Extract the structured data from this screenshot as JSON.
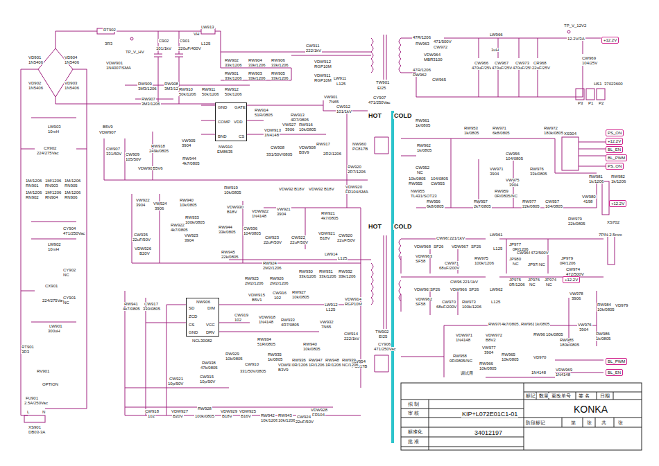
{
  "diagram": {
    "nodes": [
      {
        "text": [
          "GND",
          "COMP",
          "BND",
          "GATE",
          "VDD",
          "CS",
          "NW910",
          "EM8635"
        ]
      },
      {
        "text": [
          "NW906",
          "SD",
          "ZCD",
          "CS",
          "GND",
          "DIM",
          "VCC",
          "DRV",
          "NCL30082"
        ]
      },
      {
        "text": [
          "+12.2V"
        ]
      },
      {
        "text": [
          "PS_ON"
        ]
      },
      {
        "text": [
          "+12.2V"
        ]
      },
      {
        "text": [
          "BL_EN"
        ]
      },
      {
        "text": [
          "BL_PWM"
        ]
      },
      {
        "text": [
          "PS_ON"
        ]
      },
      {
        "text": [
          "+12.2V"
        ]
      },
      {
        "text": [
          "+12.2V"
        ]
      },
      {
        "text": [
          "BL_PWM"
        ]
      },
      {
        "text": [
          "BL_EN"
        ]
      }
    ],
    "labels": [
      "RT902",
      "3R3",
      "TP_V_HV",
      "C902",
      "101/1kV",
      "C901",
      "220uF/400V",
      "VH",
      "LW913",
      "L125",
      "VD901",
      "1N5406",
      "VD904",
      "1N5406",
      "VD902",
      "1N5406",
      "VD903",
      "1N5406",
      "VDW901",
      "1N4007/SMA",
      "RW909",
      "3M3/1206",
      "RW908",
      "3M3/1206",
      "RW907",
      "3M3/1206",
      "RW910",
      "50k/1206",
      "RW911",
      "50k/1206",
      "RW912",
      "50k/1206",
      "RW902",
      "33k/1206",
      "RW904",
      "33k/1206",
      "RW906",
      "33k/1206",
      "RW901",
      "33k/1206",
      "RW903",
      "33k/1206",
      "RW905",
      "33k/1206",
      "CW911",
      "222/1kV",
      "VDW912",
      "RGP10M",
      "VDW911",
      "RGP10M",
      "LW911",
      "L125",
      "TW901",
      "EI25",
      "CY907",
      "471/250Vac",
      "RW963",
      "47R/1206",
      "471/500V",
      "CW972",
      "VDW964",
      "MBR3100",
      "47R/1206",
      "RW962",
      "CW965",
      "LW966",
      "1uH",
      "TP_V_12V2",
      "12.2V/3A",
      "CW966",
      "470uF/25V",
      "CW967",
      "470uF/25V",
      "CW973",
      "470uF/25V",
      "CR968",
      "22uF/25V",
      "CW969",
      "104/25V",
      "HS1",
      "37023600",
      "P3",
      "P1",
      "P2",
      "XS904",
      "HOT",
      "COLD",
      "HOT",
      "COLD",
      "RW961",
      "1k/0805",
      "NW960",
      "PC817B",
      "RW962",
      "1k/0805",
      "CW952",
      "NC",
      "RW953",
      "1k/0805",
      "RW971",
      "6k8/0805",
      "RW972",
      "180k/0805",
      "CW956",
      "104/0805",
      "VW971",
      "3904",
      "RW976",
      "33k/0805",
      "VW975",
      "3904",
      "10k/0805",
      "RW955",
      "104/0805",
      "CW955",
      "NW955",
      "TL431/SOT23",
      "RW956",
      "6k8/0805",
      "RW957",
      "2k7/0805",
      "RW959",
      "0R/0805/NC",
      "RW977",
      "22k/0805",
      "CW957",
      "104/0805",
      "RW981",
      "1k/1206",
      "RW982",
      "1k/1206",
      "VW980",
      "4198",
      "RW979",
      "22k/0805",
      "XS702",
      "7PIN-2.5mm",
      "LW903",
      "10mH",
      "CX902",
      "224/275Vac",
      "1M/1206",
      "RN901",
      "1M/1206",
      "RN902",
      "1M/1206",
      "RN903",
      "1M/1206",
      "RN904",
      "1M/1206",
      "RN905",
      "1M/1206",
      "RN906",
      "CY904",
      "471/250Vac",
      "LW902",
      "10mH",
      "CY902",
      "NC",
      "CX901",
      "224/275Vac",
      "CY901",
      "NC",
      "LW901",
      "300uH",
      "RT901",
      "3R3",
      "RV901",
      "OPTION",
      "FU901",
      "2.5A/250Vac",
      "L",
      "N",
      "XS901",
      "DB03-3A",
      "B5V9",
      "VDW907",
      "CW907",
      "331/50V",
      "CW909",
      "105/50V",
      "RW918",
      "249k/0805",
      "VW905",
      "3904",
      "RW944",
      "4k7/0805",
      "VDW909",
      "B5V6",
      "RW914",
      "51R/0805",
      "RW913",
      "4R7/0805",
      "VW927",
      "3906",
      "RW916",
      "10k/0805",
      "VDW913",
      "1N4148",
      "CW908",
      "331/50V/0805",
      "VDW908",
      "B3V9",
      "RW917",
      "2R2/1206",
      "VW901",
      "7N65",
      "CW912",
      "101/1kV",
      "RW920",
      "2R7/1206",
      "VDW920",
      "FR104/SMA",
      "RW919",
      "10k/0805",
      "VDW924",
      "B18V",
      "VDW923",
      "B18V",
      "VW922",
      "3904",
      "VW924",
      "3906",
      "RW940",
      "10k/0805",
      "VDW930",
      "B18V",
      "RW922",
      "4k7/0805",
      "RW933",
      "100k/0805",
      "VW923",
      "3904",
      "CW935",
      "22uF/50V",
      "RW944",
      "33k/0805",
      "RW945",
      "22k/0805",
      "VDW926",
      "B20V",
      "VDW922",
      "1N4148",
      "VW921",
      "3904",
      "RW921",
      "4k7/0805",
      "CW936",
      "104/0805",
      "CW923",
      "22uF/50V",
      "CW922",
      "22uF/50V",
      "VDW921",
      "B18V",
      "CW920",
      "22uF/50V",
      "LW914",
      "L125",
      "RW924",
      "2M2/1206",
      "RW925",
      "2M2/1206",
      "RW926",
      "2M2/1206",
      "RW930",
      "33k/1206",
      "RW931",
      "33k/1206",
      "RW932",
      "33k/1206",
      "VDW915",
      "B5V1",
      "CW916",
      "102",
      "RW927",
      "10k/0805",
      "VDW914",
      "RGP10M",
      "LW912",
      "L125",
      "TW902",
      "EI25",
      "CY906",
      "471/250Vac",
      "NW954",
      "PC817B",
      "VDW918",
      "1N4148",
      "RW933",
      "4R7/0805",
      "RW934",
      "51R/0805",
      "VW932",
      "7N65",
      "CW914",
      "222/1kV",
      "RW940",
      "10k/0805",
      "RW935",
      "1k/0805",
      "CW910",
      "331/50V/0805",
      "VDW919",
      "B3V9",
      "RW936",
      "0R/1206",
      "RW947",
      "1R/1206",
      "RW948",
      "1R/1206",
      "RW939",
      "NC/1206",
      "RW929",
      "10k/0805",
      "CW919",
      "102",
      "RW941",
      "4k7/0805",
      "CW917",
      "330/0805",
      "RW938",
      "47k/0805",
      "CW915",
      "10p/50V",
      "CW921",
      "10p/50V",
      "CW918",
      "102",
      "VDW927",
      "B20V",
      "RW928",
      "100k/0805",
      "VDW929",
      "B18V",
      "VDW925",
      "B16V",
      "RW942",
      "10k/1206",
      "RW943",
      "10k/1206",
      "CW924",
      "22uF/50V",
      "VDW928",
      "FR104",
      "CW963",
      "221/1kV",
      "VDW968",
      "SF26",
      "VDW967",
      "SF26",
      "VDW963",
      "SF58",
      "CW971",
      "68uF/200V",
      "RW975",
      "100k/1206",
      "LW961",
      "L125",
      "JP977",
      "0R/1206",
      "JP980",
      "NC",
      "CW964",
      "472/500V",
      "JP978",
      "NC",
      "JP979",
      "0R/1206",
      "CW974",
      "472/500V",
      "CW962",
      "221/1kV",
      "VDW965",
      "SF26",
      "VDW966",
      "SF26",
      "VDW962",
      "SF58",
      "CW970",
      "68uF/200V",
      "RW973",
      "100k/1206",
      "LW962",
      "L125",
      "JP975",
      "0R/1206",
      "JP976",
      "NC",
      "JP974",
      "NC",
      "VW978",
      "3906",
      "RW984",
      "10k/0805",
      "VD979",
      "VW976",
      "3904",
      "RW985",
      "180k/0805",
      "RW986",
      "1k/0805",
      "RW970",
      "4k7/0805",
      "VDW971",
      "1N4148",
      "VDW972",
      "B8V2",
      "RW961",
      "1k/0805",
      "RW969",
      "10k/0805",
      "VW977",
      "3904",
      "RW958",
      "0R/0805/NC",
      "RW965",
      "10k/0805",
      "RW966",
      "10k/0805",
      "调试用",
      "VD970",
      "1N4148",
      "VDW969",
      "1N4148",
      "标记",
      "数量",
      "更改单号",
      "签 名",
      "日期",
      "拟 制",
      "审 核",
      "标准化",
      "批 准",
      "KIP+L072E01C1-01",
      "34012197",
      "KONKA",
      "阶段标记",
      "第",
      "张",
      "共",
      "张"
    ]
  }
}
